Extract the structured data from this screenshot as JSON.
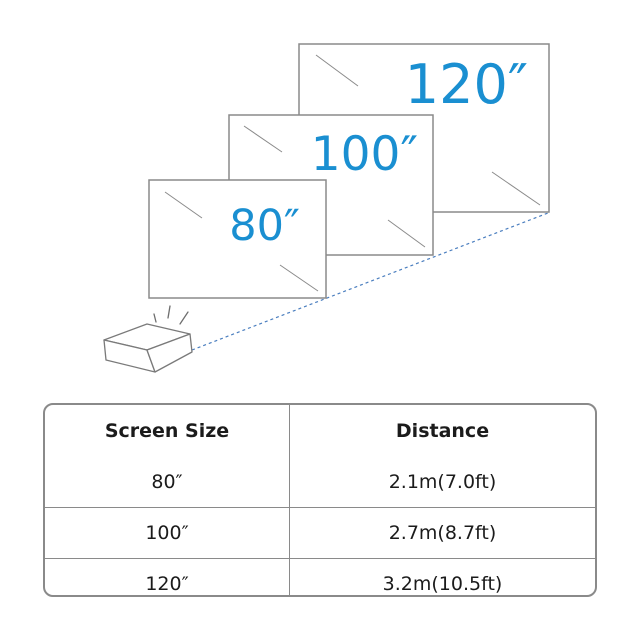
{
  "screens": [
    {
      "label": "80″"
    },
    {
      "label": "100″"
    },
    {
      "label": "120″"
    }
  ],
  "table": {
    "headers": [
      "Screen Size",
      "Distance"
    ],
    "rows": [
      {
        "size": "80″",
        "distance": "2.1m(7.0ft)"
      },
      {
        "size": "100″",
        "distance": "2.7m(8.7ft)"
      },
      {
        "size": "120″",
        "distance": "3.2m(10.5ft)"
      }
    ]
  },
  "colors": {
    "label_blue": "#1a8fd1",
    "outline_gray": "#8a8a8a",
    "beam_blue": "#4a7ebf"
  },
  "icons": [
    "projector-icon",
    "light-rays-icon"
  ]
}
